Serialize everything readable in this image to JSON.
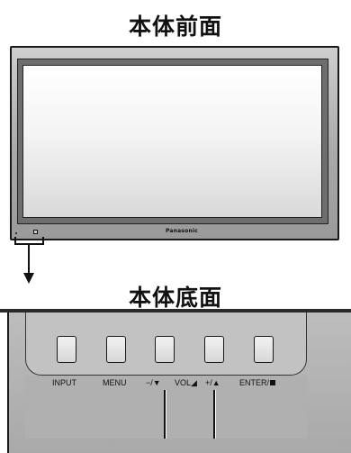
{
  "front_view": {
    "title": "本体前面",
    "logo": "Panasonic"
  },
  "bottom_view": {
    "title": "本体底面",
    "buttons": [
      {
        "label": "INPUT"
      },
      {
        "label": "MENU"
      },
      {
        "label": "−/▼"
      },
      {
        "label": "VOL◢"
      },
      {
        "label": "+/▲"
      },
      {
        "label": "ENTER/"
      }
    ]
  }
}
